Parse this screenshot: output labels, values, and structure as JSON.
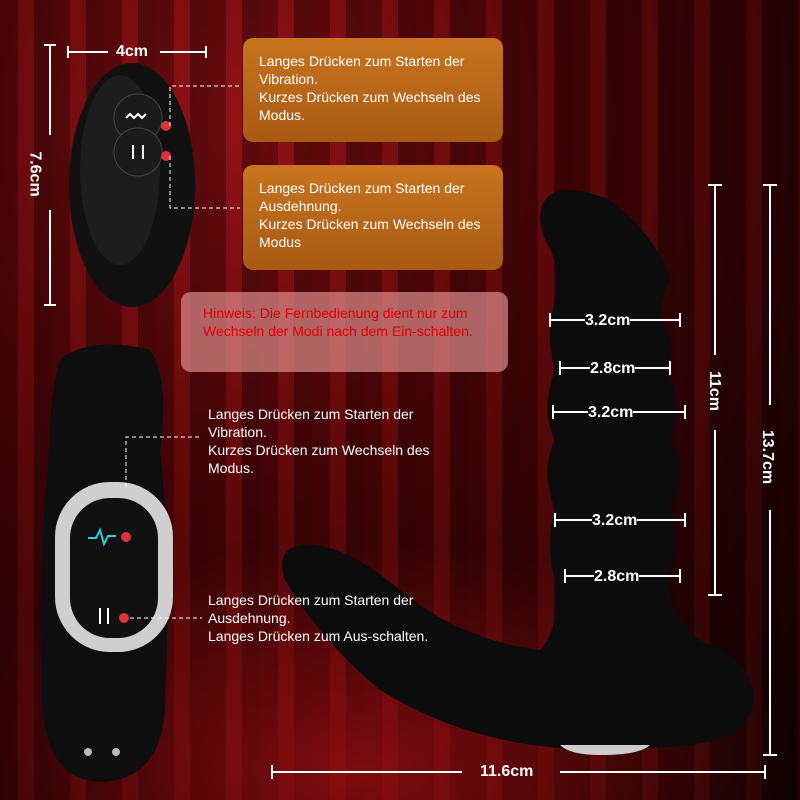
{
  "remote": {
    "width": "4cm",
    "height": "7.6cm"
  },
  "remote_buttons": [
    {
      "icon": "vibration-wave-icon",
      "text": "Langes Drücken zum Starten der Vibration.\nKurzes Drücken zum Wechseln des Modus."
    },
    {
      "icon": "inflate-arrows-icon",
      "text": "Langes Drücken zum Starten der Ausdehnung.\nKurzes Drücken zum Wechseln des Modus"
    }
  ],
  "hint": "Hinweis: Die Fernbedienung dient nur zum Wechseln der Modi nach dem Ein-schalten.",
  "device_buttons": [
    {
      "icon": "vibration-wave-icon",
      "text": "Langes Drücken zum Starten der Vibration.\nKurzes Drücken zum Wechseln des Modus."
    },
    {
      "icon": "inflate-arrows-icon",
      "text": "Langes Drücken zum Starten der Ausdehnung.\nLanges Drücken zum Aus-schalten."
    }
  ],
  "product": {
    "diameters": [
      "3.2cm",
      "2.8cm",
      "3.2cm",
      "3.2cm",
      "2.8cm"
    ],
    "insert_length": "11cm",
    "total_length": "13.7cm",
    "width": "11.6cm"
  },
  "colors": {
    "accent": "#c8741f",
    "hint_text": "#e00000",
    "indicator": "#e0303a"
  }
}
